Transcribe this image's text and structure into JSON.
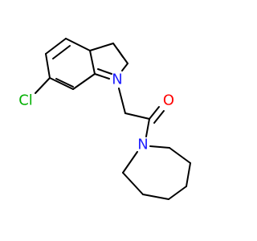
{
  "molecule": {
    "atoms": {
      "chlorine": {
        "label": "Cl",
        "color": "#00b000"
      },
      "indole_nitrogen": {
        "label": "N",
        "color": "#1f1fff"
      },
      "carbonyl_oxygen": {
        "label": "O",
        "color": "#ff0000"
      },
      "amide_nitrogen": {
        "label": "N",
        "color": "#1f1fff"
      }
    },
    "bond_color": "#000000"
  }
}
